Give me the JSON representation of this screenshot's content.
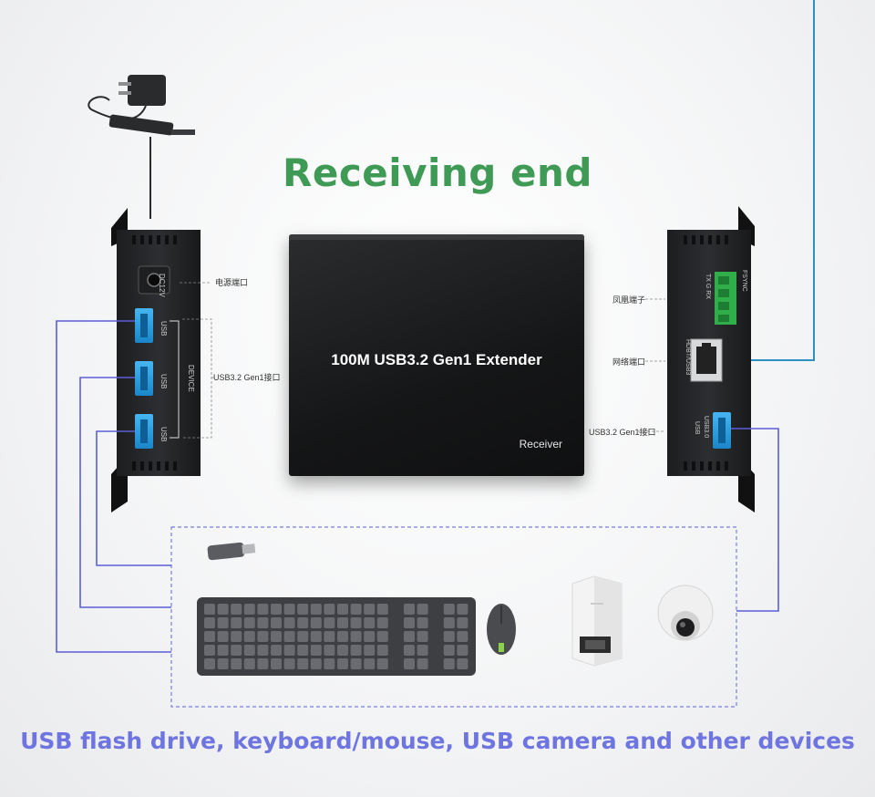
{
  "header": {
    "title": "Receiving end"
  },
  "device": {
    "model_label": "100M USB3.2 Gen1 Extender",
    "unit_label": "Receiver"
  },
  "left_panel": {
    "power_port_label": "电源端口",
    "usb_port_label": "USB3.2 Gen1接口",
    "dc_label": "DC12V",
    "port_label": "USB",
    "device_label": "DEVICE"
  },
  "right_panel": {
    "fan_port_label": "凤凰端子",
    "network_port_label": "网络端口",
    "usb_port_label": "USB3.2 Gen1接口",
    "fsync_label": "FSYNC",
    "terminal_labels": "TX  G  RX",
    "hdbt_label": "HDBT/USB3",
    "usb30_label": "USB3.0",
    "usb_label": "USB"
  },
  "footer": {
    "caption": "USB flash drive, keyboard/mouse, USB camera and other devices"
  },
  "colors": {
    "title": "#3f9a55",
    "caption": "#6f75e0",
    "wire": "#5b5fd6",
    "usb_blue": "#2aa0e6"
  }
}
